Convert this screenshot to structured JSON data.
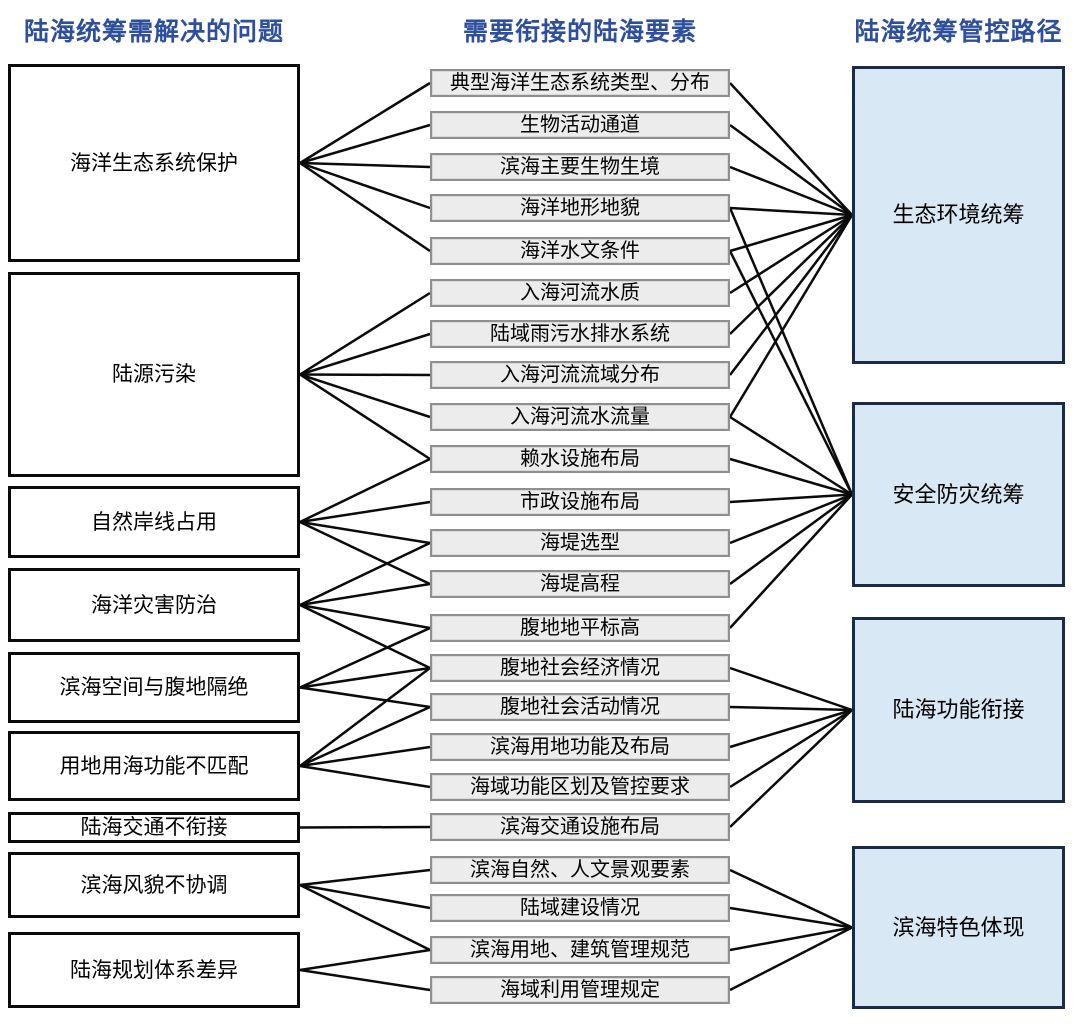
{
  "headers": {
    "left": "陆海统筹需解决的问题",
    "middle": "需要衔接的陆海要素",
    "right": "陆海统筹管控路径"
  },
  "colors": {
    "header_text": "#2e4f9e",
    "left_box_fill": "#ffffff",
    "left_box_border": "#0a0a0a",
    "middle_box_fill": "#ececec",
    "middle_box_border": "#8f8f8f",
    "right_box_fill": "#d9e8f5",
    "right_box_border": "#1c2b45",
    "line": "#0b0b0b"
  },
  "problems": [
    {
      "id": "L1",
      "label": "海洋生态系统保护"
    },
    {
      "id": "L2",
      "label": "陆源污染"
    },
    {
      "id": "L3",
      "label": "自然岸线占用"
    },
    {
      "id": "L4",
      "label": "海洋灾害防治"
    },
    {
      "id": "L5",
      "label": "滨海空间与腹地隔绝"
    },
    {
      "id": "L6",
      "label": "用地用海功能不匹配"
    },
    {
      "id": "L7",
      "label": "陆海交通不衔接"
    },
    {
      "id": "L8",
      "label": "滨海风貌不协调"
    },
    {
      "id": "L9",
      "label": "陆海规划体系差异"
    }
  ],
  "elements": [
    {
      "id": "m1",
      "label": "典型海洋生态系统类型、分布"
    },
    {
      "id": "m2",
      "label": "生物活动通道"
    },
    {
      "id": "m3",
      "label": "滨海主要生物生境"
    },
    {
      "id": "m4",
      "label": "海洋地形地貌"
    },
    {
      "id": "m5",
      "label": "海洋水文条件"
    },
    {
      "id": "m6",
      "label": "入海河流水质"
    },
    {
      "id": "m7",
      "label": "陆域雨污水排水系统"
    },
    {
      "id": "m8",
      "label": "入海河流流域分布"
    },
    {
      "id": "m9",
      "label": "入海河流水流量"
    },
    {
      "id": "m10",
      "label": "赖水设施布局"
    },
    {
      "id": "m11",
      "label": "市政设施布局"
    },
    {
      "id": "m12",
      "label": "海堤选型"
    },
    {
      "id": "m13",
      "label": "海堤高程"
    },
    {
      "id": "m14",
      "label": "腹地地平标高"
    },
    {
      "id": "m15",
      "label": "腹地社会经济情况"
    },
    {
      "id": "m16",
      "label": "腹地社会活动情况"
    },
    {
      "id": "m17",
      "label": "滨海用地功能及布局"
    },
    {
      "id": "m18",
      "label": "海域功能区划及管控要求"
    },
    {
      "id": "m19",
      "label": "滨海交通设施布局"
    },
    {
      "id": "m20",
      "label": "滨海自然、人文景观要素"
    },
    {
      "id": "m21",
      "label": "陆域建设情况"
    },
    {
      "id": "m22",
      "label": "滨海用地、建筑管理规范"
    },
    {
      "id": "m23",
      "label": "海域利用管理规定"
    }
  ],
  "paths": [
    {
      "id": "R1",
      "label": "生态环境统筹"
    },
    {
      "id": "R2",
      "label": "安全防灾统筹"
    },
    {
      "id": "R3",
      "label": "陆海功能衔接"
    },
    {
      "id": "R4",
      "label": "滨海特色体现"
    }
  ],
  "links_left_to_middle": [
    {
      "from": "L1",
      "to": [
        "m1",
        "m2",
        "m3",
        "m4",
        "m5"
      ]
    },
    {
      "from": "L2",
      "to": [
        "m6",
        "m7",
        "m8",
        "m9",
        "m10"
      ]
    },
    {
      "from": "L3",
      "to": [
        "m10",
        "m11",
        "m12",
        "m13"
      ]
    },
    {
      "from": "L4",
      "to": [
        "m12",
        "m13",
        "m14",
        "m15"
      ]
    },
    {
      "from": "L5",
      "to": [
        "m14",
        "m15",
        "m16"
      ]
    },
    {
      "from": "L6",
      "to": [
        "m15",
        "m16",
        "m17",
        "m18"
      ]
    },
    {
      "from": "L7",
      "to": [
        "m19"
      ]
    },
    {
      "from": "L8",
      "to": [
        "m20",
        "m21",
        "m22"
      ]
    },
    {
      "from": "L9",
      "to": [
        "m22",
        "m23"
      ]
    }
  ],
  "links_middle_to_right": [
    {
      "to": "R1",
      "from": [
        "m1",
        "m2",
        "m3",
        "m4",
        "m5",
        "m6",
        "m7",
        "m8",
        "m9"
      ]
    },
    {
      "to": "R2",
      "from": [
        "m4",
        "m5",
        "m9",
        "m10",
        "m11",
        "m12",
        "m13",
        "m14"
      ]
    },
    {
      "to": "R3",
      "from": [
        "m15",
        "m16",
        "m17",
        "m18",
        "m19"
      ]
    },
    {
      "to": "R4",
      "from": [
        "m20",
        "m21",
        "m22",
        "m23"
      ]
    }
  ]
}
